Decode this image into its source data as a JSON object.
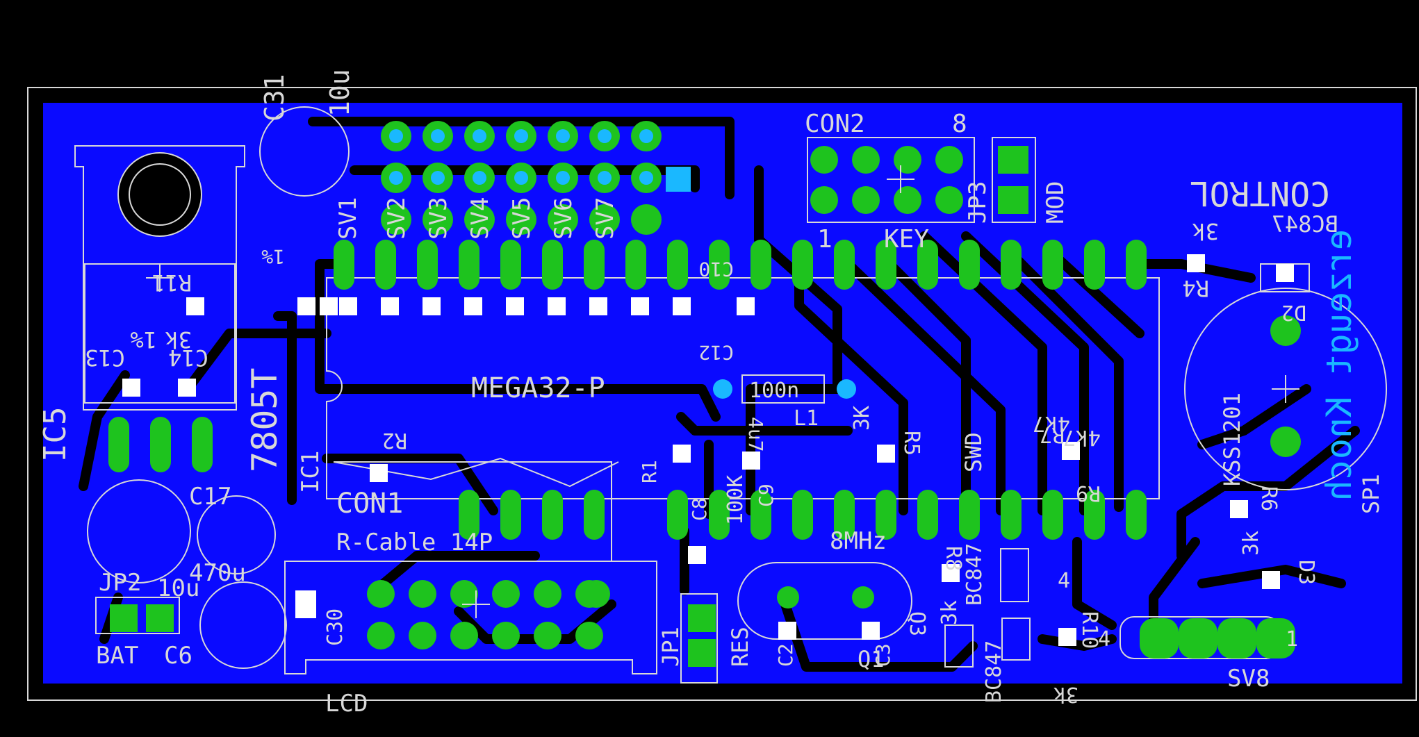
{
  "colors": {
    "background": "#000000",
    "copper": "#0a0aff",
    "trace": "#000000",
    "pad": "#1ec31e",
    "via": "#1ab8ff",
    "silk": "#d8d8d8"
  },
  "labels": {
    "ic5": "IC5",
    "reg": "7805T",
    "c31": "C31",
    "c31_val": "10u",
    "sv1": "SV1",
    "sv2": "SV2",
    "sv3": "SV3",
    "sv4": "SV4",
    "sv5": "SV5",
    "sv6": "SV6",
    "sv7": "SV7",
    "con2": "CON2",
    "con2_pin8": "8",
    "con2_pin1": "1",
    "key": "KEY",
    "jp3": "JP3",
    "mod": "MOD",
    "control": "CONTROL",
    "author": "erzeugt Knoch",
    "bc847_top": "BC847",
    "r4": "R4",
    "r4_val": "3k",
    "r11": "R11",
    "r11_val": "3k",
    "one_pct_a": "1%",
    "one_pct_b": "1%",
    "c13": "C13",
    "c14": "C14",
    "c10": "C10",
    "c10_val": "C12",
    "mega": "MEGA32-P",
    "ic1": "IC1",
    "inductor": "100n",
    "l1": "L1",
    "r2": "R2",
    "r5": "R5",
    "r5_val": "3K",
    "r9": "R9",
    "r9_val": "4k7",
    "swd": "SWD",
    "bc847_mid": "BC847",
    "ksp": "KSS1201",
    "sp1": "SP1",
    "d2": "D2",
    "r6": "R6",
    "r6_val": "3k",
    "d3": "D3",
    "r7": "R7",
    "r7_val": "4k7",
    "con1": "CON1",
    "r_cable": "R-Cable 14P",
    "c17": "C17",
    "c17_val": "470u",
    "c6": "C6",
    "c6_val": "10u",
    "jp2": "JP2",
    "bat": "BAT",
    "c30": "C30",
    "lcd": "LCD",
    "c8": "C8",
    "c8_val": "100K",
    "c9": "C9",
    "c9_val": "4u7",
    "r1": "R1",
    "mhz": "8MHz",
    "jp1": "JP1",
    "res": "RES",
    "q1": "Q1",
    "q3": "Q3",
    "c2": "C2",
    "c3": "C3",
    "r8": "R8",
    "r8_val": "3k",
    "r10": "R10",
    "r10_val": "3k",
    "bc847_bot": "BC847",
    "q_pin4": "4",
    "sv8": "SV8",
    "sv8_pin1": "1",
    "sv8_pin4": "4"
  }
}
